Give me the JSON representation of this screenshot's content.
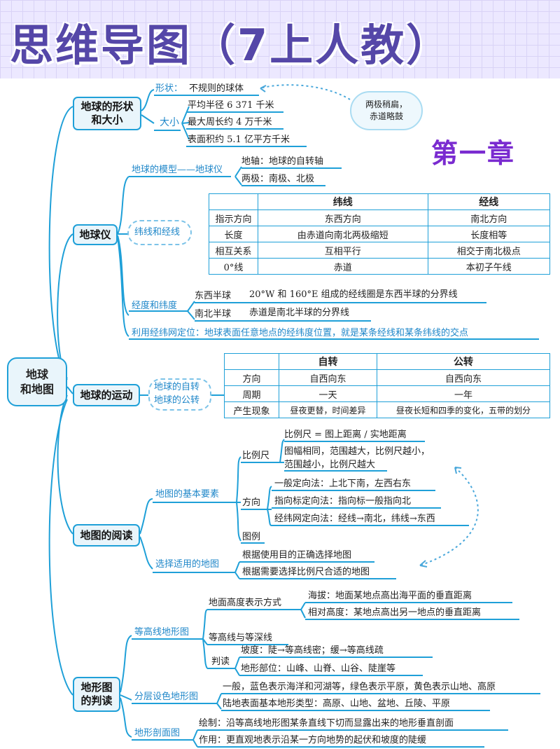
{
  "title": "思维导图（7上人教）",
  "chapter": "第一章",
  "root": "地球\n和地图",
  "cloud_note": "两极稍扁，\n赤道略鼓",
  "shape": {
    "node": "地球的形状\n和大小",
    "shape_label": "形状：",
    "shape_value": "不规则的球体",
    "size_label": "大小",
    "size_items": [
      "平均半径 6 371 千米",
      "最大周长约 4 万千米",
      "表面积约 5.1 亿平方千米"
    ]
  },
  "globe": {
    "node": "地球仪",
    "model_label": "地球的模型——地球仪",
    "axis": "地轴：地球的自转轴",
    "poles": "两极：南极、北极",
    "lat_lon_label": "纬线和经线",
    "table": {
      "headers": [
        "",
        "纬线",
        "经线"
      ],
      "rows": [
        [
          "指示方向",
          "东西方向",
          "南北方向"
        ],
        [
          "长度",
          "由赤道向南北两极缩短",
          "长度相等"
        ],
        [
          "相互关系",
          "互相平行",
          "相交于南北极点"
        ],
        [
          "0°线",
          "赤道",
          "本初子午线"
        ]
      ]
    },
    "hemi_label": "经度和纬度",
    "east_west": "东西半球",
    "east_west_desc": "20°W 和 160°E 组成的经线圈是东西半球的分界线",
    "north_south": "南北半球",
    "north_south_desc": "赤道是南北半球的分界线",
    "grid_positioning": "利用经纬网定位：地球表面任意地点的经纬度位置，就是某条经线和某条纬线的交点"
  },
  "motion": {
    "node": "地球的运动",
    "bubble": [
      "地球的自转",
      "地球的公转"
    ],
    "table": {
      "headers": [
        "",
        "自转",
        "公转"
      ],
      "rows": [
        [
          "方向",
          "自西向东",
          "自西向东"
        ],
        [
          "周期",
          "一天",
          "一年"
        ],
        [
          "产生现象",
          "昼夜更替，时间差异",
          "昼夜长短和四季的变化，五带的划分"
        ]
      ]
    }
  },
  "reading": {
    "node": "地图的阅读",
    "basic_label": "地图的基本要素",
    "scale_label": "比例尺",
    "scale_items": [
      "比例尺 = 图上距离 / 实地距离",
      "图幅相同，范围越大，比例尺越小，",
      "范围越小，比例尺越大"
    ],
    "direction_label": "方向",
    "direction_items": [
      "一般定向法：上北下南，左西右东",
      "指向标定向法：指向标一般指向北",
      "经纬网定向法：经线→南北，纬线→东西"
    ],
    "legend_label": "图例",
    "choose_label": "选择适用的地图",
    "choose_items": [
      "根据使用目的正确选择地图",
      "根据需要选择比例尺合适的地图"
    ]
  },
  "terrain": {
    "node": "地形图\n的判读",
    "height_label": "地面高度表示方式",
    "altitude": "海拔：地面某地点高出海平面的垂直距离",
    "relative": "相对高度：某地点高出另一地点的垂直距离",
    "contour_label": "等高线地形图",
    "contour_lines": "等高线与等深线",
    "judge_label": "判读",
    "slope": "坡度：陡→等高线密；缓→等高线疏",
    "parts": "地形部位：山峰、山脊、山谷、陡崖等",
    "layer_label": "分层设色地形图",
    "layer_line1": "一般，蓝色表示海洋和河湖等，绿色表示平原，黄色表示山地、高原",
    "layer_line2": "陆地表面基本地形类型：高原、山地、盆地、丘陵、平原",
    "profile_label": "地形剖面图",
    "profile_draw": "绘制：沿等高线地形图某条直线下切而显露出来的地形垂直剖面",
    "profile_use": "作用：更直观地表示沿某一方向地势的起伏和坡度的陡缓"
  }
}
